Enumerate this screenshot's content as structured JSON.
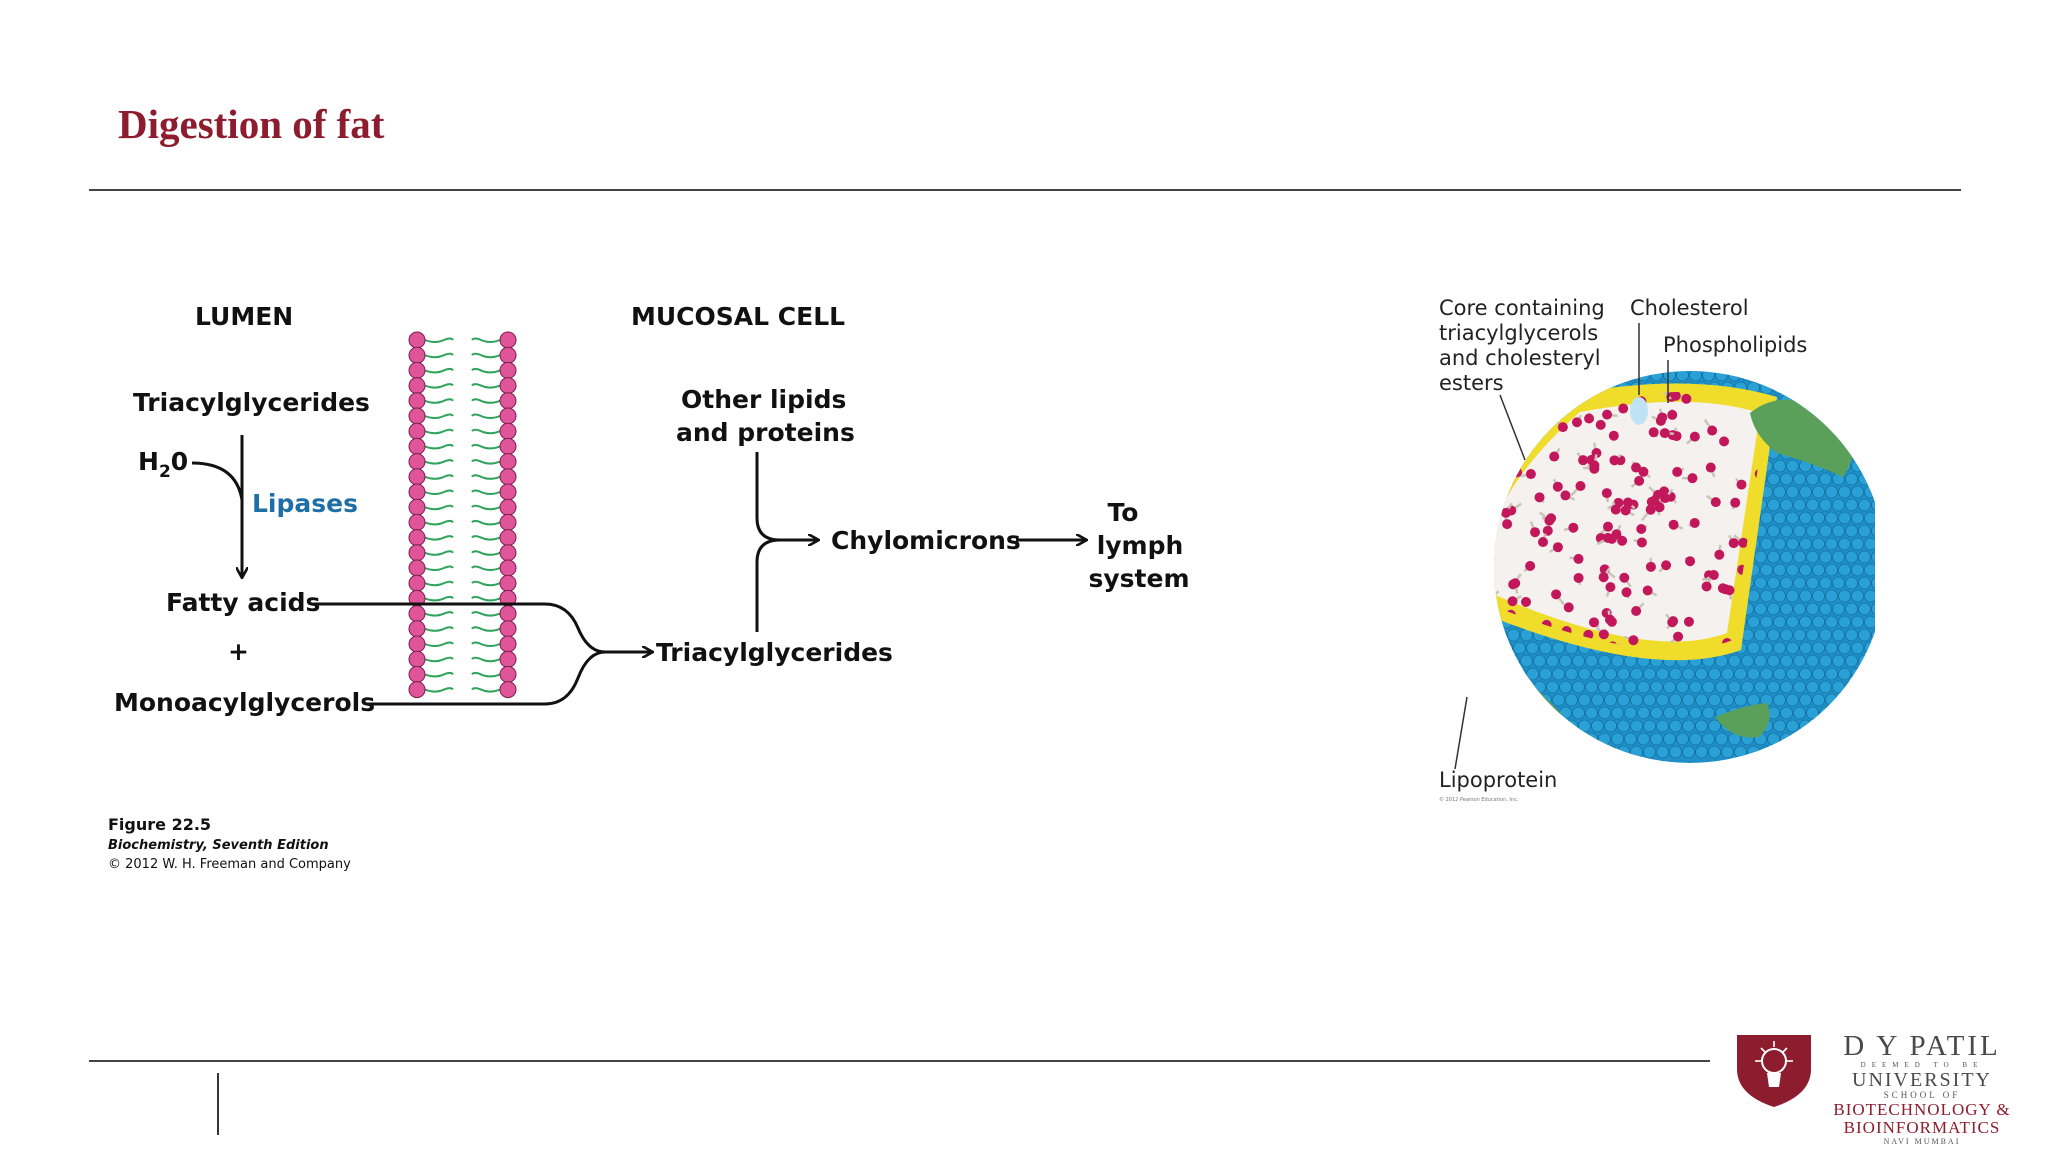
{
  "slide": {
    "title": "Digestion of fat"
  },
  "diagram": {
    "lumen_label": "LUMEN",
    "mucosal_label": "MUCOSAL CELL",
    "triacylglycerides_left": "Triacylglycerides",
    "water_main": "H",
    "water_sub": "2",
    "water_tail": "0",
    "enzyme": "Lipases",
    "fatty_acids": "Fatty acids",
    "plus": "+",
    "monoacylglycerols": "Monoacylglycerols",
    "other_lipids_1": "Other lipids",
    "other_lipids_2": "and proteins",
    "chylomicrons": "Chylomicrons",
    "to_lymph_1": "To",
    "to_lymph_2": "lymph",
    "to_lymph_3": "system",
    "triacylglycerides_right": "Triacylglycerides",
    "figure_number": "Figure 22.5",
    "figure_book": "Biochemistry, Seventh Edition",
    "figure_copyright": "© 2012 W. H. Freeman and Company",
    "colors": {
      "membrane_head": "#e0559a",
      "membrane_tail": "#2fa35c",
      "arrow": "#111111"
    }
  },
  "lipoprotein": {
    "core_1": "Core containing",
    "core_2": "triacylglycerols",
    "core_3": "and cholesteryl",
    "core_4": "esters",
    "cholesterol": "Cholesterol",
    "phospholipids": "Phospholipids",
    "lipoprotein": "Lipoprotein",
    "credit": "© 2012 Pearson Education, Inc.",
    "colors": {
      "shell": "#2aa1d6",
      "yellow": "#f0dc2a",
      "core": "#c2185b",
      "protein": "#5aa05a"
    }
  },
  "logo": {
    "name": "D Y PATIL",
    "deemed": "DEEMED TO BE",
    "university": "UNIVERSITY",
    "school_of": "SCHOOL OF",
    "biotech": "BIOTECHNOLOGY &",
    "bioinfo": "BIOINFORMATICS",
    "location": "NAVI MUMBAI",
    "colors": {
      "shield": "#8c1c2e"
    }
  }
}
